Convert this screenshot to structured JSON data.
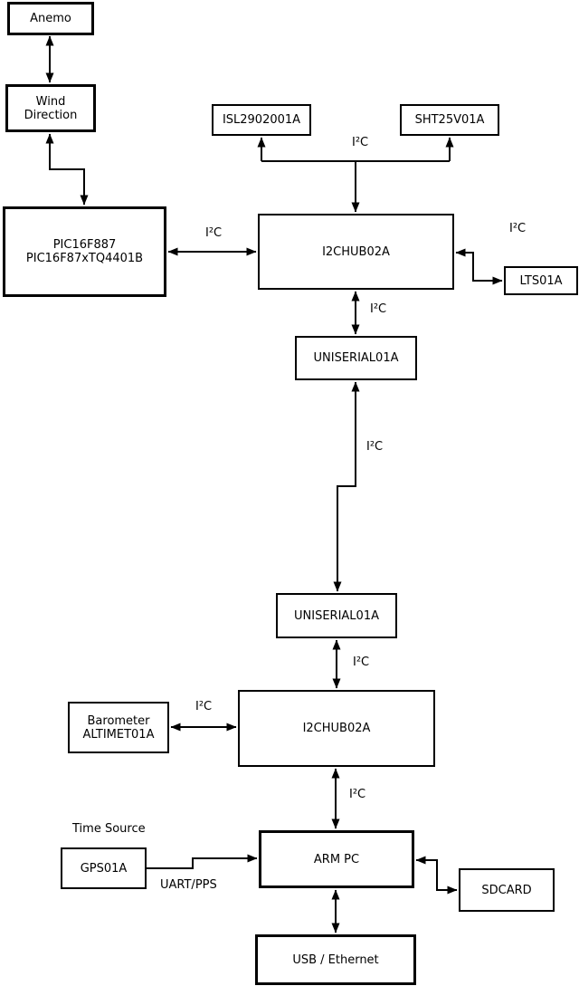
{
  "diagram": {
    "colors": {
      "background": "#ffffff",
      "line": "#000000",
      "text": "#000000"
    },
    "nodes": {
      "anemo": {
        "label": "Anemo"
      },
      "wind_direction": {
        "line1": "Wind",
        "line2": "Direction"
      },
      "pic": {
        "line1": "PIC16F887",
        "line2": "PIC16F87xTQ4401B"
      },
      "isl": {
        "label": "ISL2902001A"
      },
      "sht": {
        "label": "SHT25V01A"
      },
      "hub1": {
        "label": "I2CHUB02A"
      },
      "lts": {
        "label": "LTS01A"
      },
      "uniserial1": {
        "label": "UNISERIAL01A"
      },
      "uniserial2": {
        "label": "UNISERIAL01A"
      },
      "hub2": {
        "label": "I2CHUB02A"
      },
      "barometer": {
        "line1": "Barometer",
        "line2": "ALTIMET01A"
      },
      "gps": {
        "label": "GPS01A"
      },
      "arm_pc": {
        "label": "ARM PC"
      },
      "sdcard": {
        "label": "SDCARD"
      },
      "usb_ethernet": {
        "label": "USB / Ethernet"
      }
    },
    "labels": {
      "bus_top": "I²C",
      "pic_hub1": "I²C",
      "hub1_lts": "I²C",
      "hub1_uniserial1": "I²C",
      "uniserial1_uniserial2": "I²C",
      "uniserial2_hub2": "I²C",
      "barometer_hub2": "I²C",
      "hub2_armpc": "I²C",
      "time_source": "Time Source",
      "uart_pps": "UART/PPS"
    }
  }
}
